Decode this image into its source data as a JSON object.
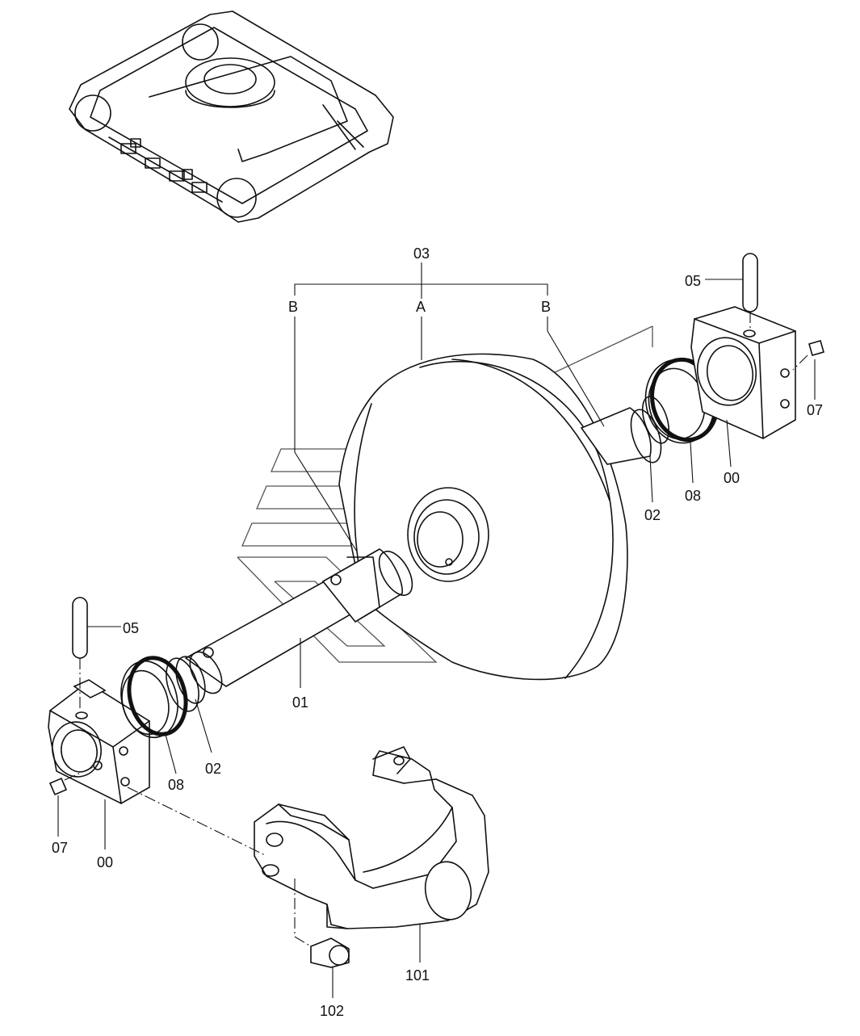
{
  "labels": {
    "assembly": "03",
    "sub_a": "A",
    "sub_b_left": "B",
    "sub_b_right": "B",
    "shaft": "01",
    "collar_right": "02",
    "collar_left": "02",
    "pin_right": "05",
    "pin_left": "05",
    "plug_right": "07",
    "plug_left": "07",
    "seal_right": "08",
    "seal_left": "08",
    "bracket_right": "00",
    "bracket_left": "00",
    "yoke": "101",
    "bolt": "102"
  }
}
